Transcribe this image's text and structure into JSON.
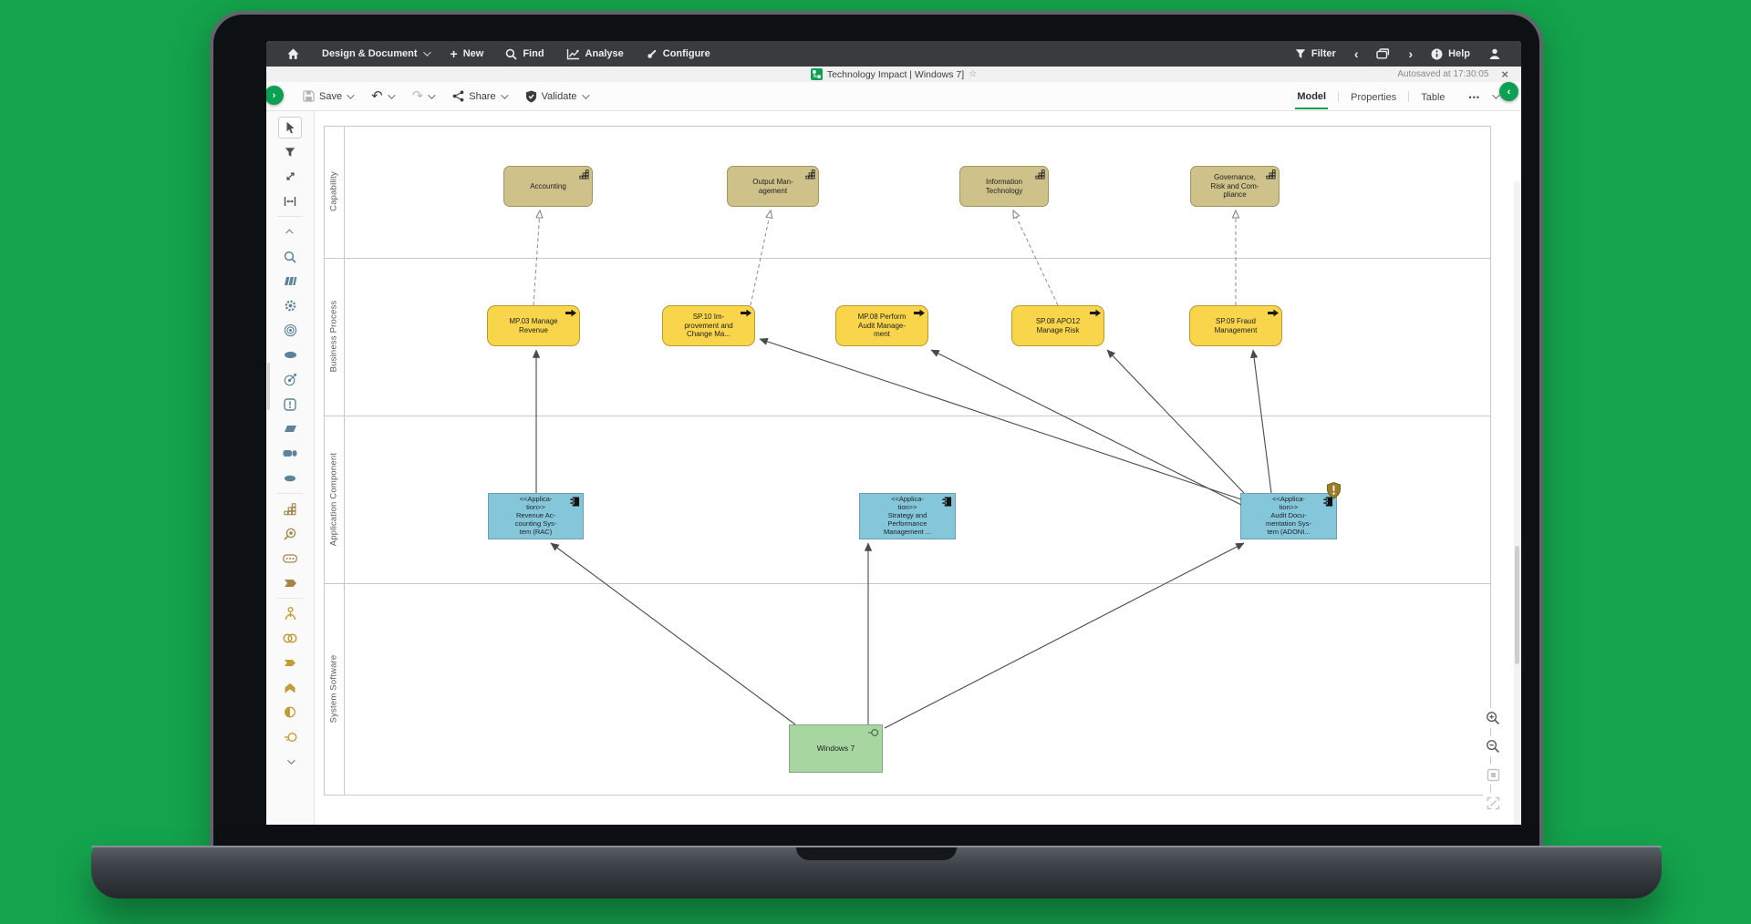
{
  "topbar": {
    "design_document": "Design & Document",
    "new": "New",
    "find": "Find",
    "analyse": "Analyse",
    "configure": "Configure",
    "filter": "Filter",
    "help": "Help"
  },
  "titlebar": {
    "title": "Technology Impact | Windows 7]",
    "autosave": "Autosaved at 17:30:05"
  },
  "toolbar": {
    "save": "Save",
    "share": "Share",
    "validate": "Validate",
    "tabs": {
      "model": "Model",
      "properties": "Properties",
      "table": "Table"
    }
  },
  "glyphs": {
    "star": "☆",
    "close": "×",
    "undo": "↶",
    "redo": "↷",
    "ellipsis": "•••",
    "back": "‹",
    "forward": "›",
    "plus": "+",
    "collapse_left": "‹",
    "expand_right": "›",
    "chevron_up": "⌃",
    "chevron_down": "⌄",
    "warning": "!"
  },
  "diagram": {
    "lanes": [
      "Capability",
      "Business Process",
      "Application Component",
      "System Software"
    ],
    "capabilities": [
      {
        "label": "Accounting"
      },
      {
        "label": "Output Man-\nagement"
      },
      {
        "label": "Information\nTechnology"
      },
      {
        "label": "Governance,\nRisk and Com-\npliance"
      }
    ],
    "processes": [
      {
        "label": "MP.03 Manage\nRevenue"
      },
      {
        "label": "SP.10 Im-\nprovement and\nChange Ma..."
      },
      {
        "label": "MP.08 Perform\nAudit Manage-\nment"
      },
      {
        "label": "SP.08 APO12\nManage Risk"
      },
      {
        "label": "SP.09 Fraud\nManagement"
      }
    ],
    "applications": [
      {
        "label": "<<Applica-\ntion>>\nRevenue Ac-\ncounting Sys-\ntem (RAC)"
      },
      {
        "label": "<<Applica-\ntion>>\nStrategy and\nPerformance\nManagement ..."
      },
      {
        "label": "<<Applica-\ntion>>\nAudit Docu-\nmentation Sys-\ntem (ADONI..."
      }
    ],
    "system_software": [
      {
        "label": "Windows 7"
      }
    ]
  },
  "colors": {
    "brand_green": "#0ca152",
    "background_green": "#14a44d",
    "capability_fill": "#cec189",
    "process_fill": "#f9d54b",
    "application_fill": "#84c7db",
    "system_fill": "#a8d6a1",
    "topbar_dark": "#393c3e"
  }
}
